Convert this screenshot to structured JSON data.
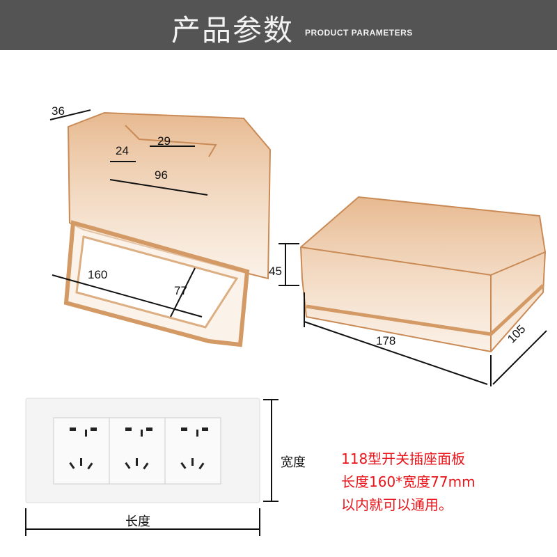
{
  "header": {
    "title": "产品参数",
    "subtitle": "PRODUCT PARAMETERS"
  },
  "open_box_dimensions": {
    "depth": "36",
    "tab_offset": "24",
    "tab_width": "29",
    "inner_lid_width": "96",
    "length": "160",
    "width": "77"
  },
  "closed_box_dimensions": {
    "height": "45",
    "length": "178",
    "width": "105"
  },
  "socket_panel": {
    "width_label": "宽度",
    "length_label": "长度"
  },
  "note": {
    "line1": "118型开关插座面板",
    "line2": "长度160*宽度77mm",
    "line3": "以内就可以通用。"
  },
  "colors": {
    "header_bg": "#545454",
    "amber": "#d9a574",
    "note_text": "#e8141a"
  }
}
